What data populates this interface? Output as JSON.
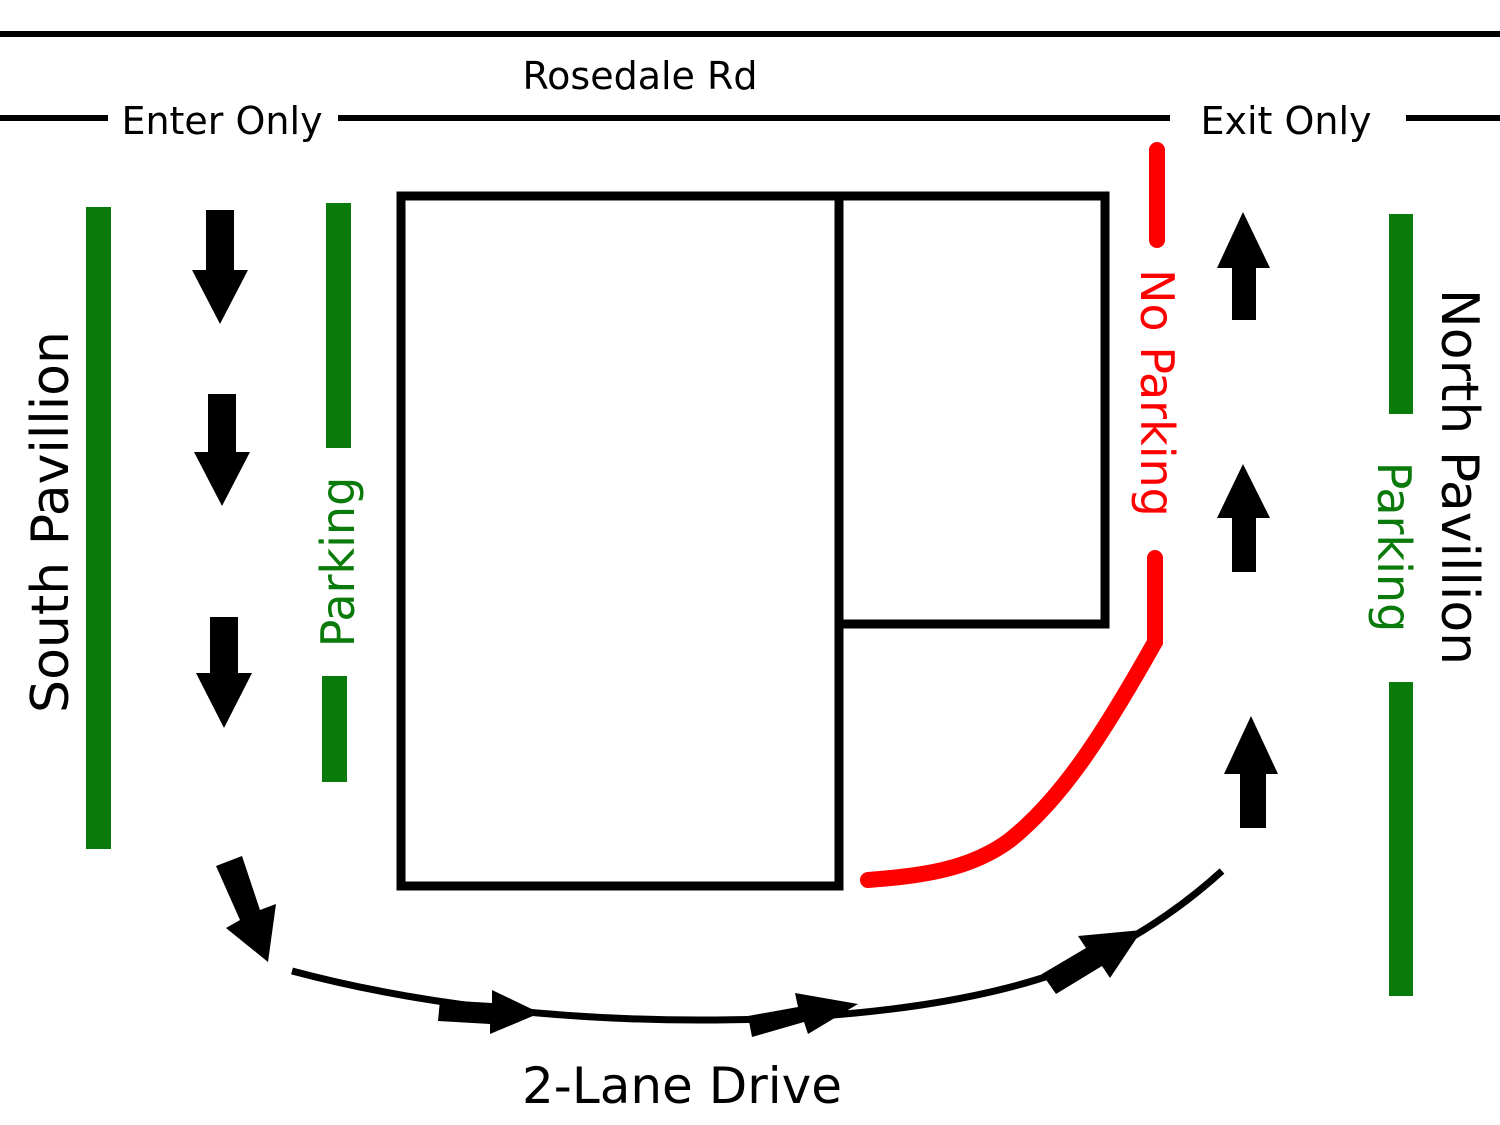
{
  "labels": {
    "road": "Rosedale Rd",
    "enter": "Enter Only",
    "exit": "Exit Only",
    "south_pavilion": "South Pavillion",
    "north_pavilion": "North Pavillion",
    "parking_left": "Parking",
    "parking_right": "Parking",
    "no_parking": "No Parking",
    "drive": "2-Lane Drive"
  },
  "colors": {
    "line": "#000000",
    "parking": "#0a7a0a",
    "no_parking": "#ff0000"
  }
}
